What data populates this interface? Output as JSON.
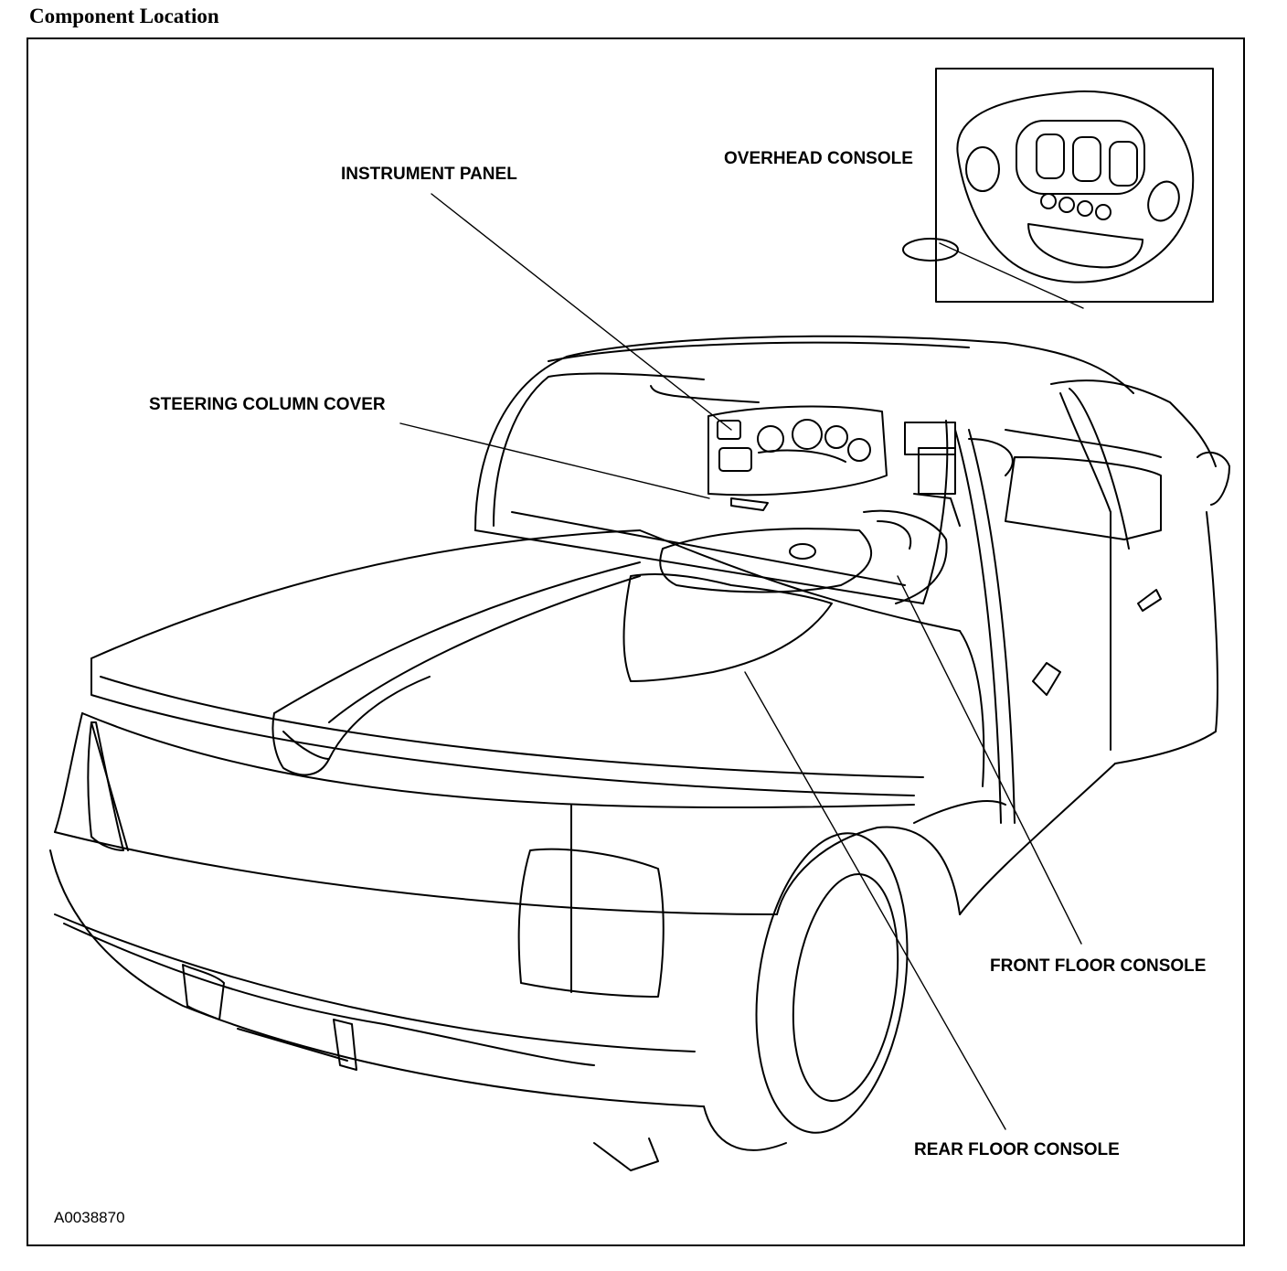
{
  "title": "Component Location",
  "figure_id": "A0038870",
  "labels": {
    "overhead_console": "OVERHEAD CONSOLE",
    "instrument_panel": "INSTRUMENT PANEL",
    "steering_column_cover": "STEERING COLUMN COVER",
    "front_floor_console": "FRONT FLOOR CONSOLE",
    "rear_floor_console": "REAR FLOOR CONSOLE"
  },
  "colors": {
    "line": "#000000",
    "background": "#ffffff"
  }
}
